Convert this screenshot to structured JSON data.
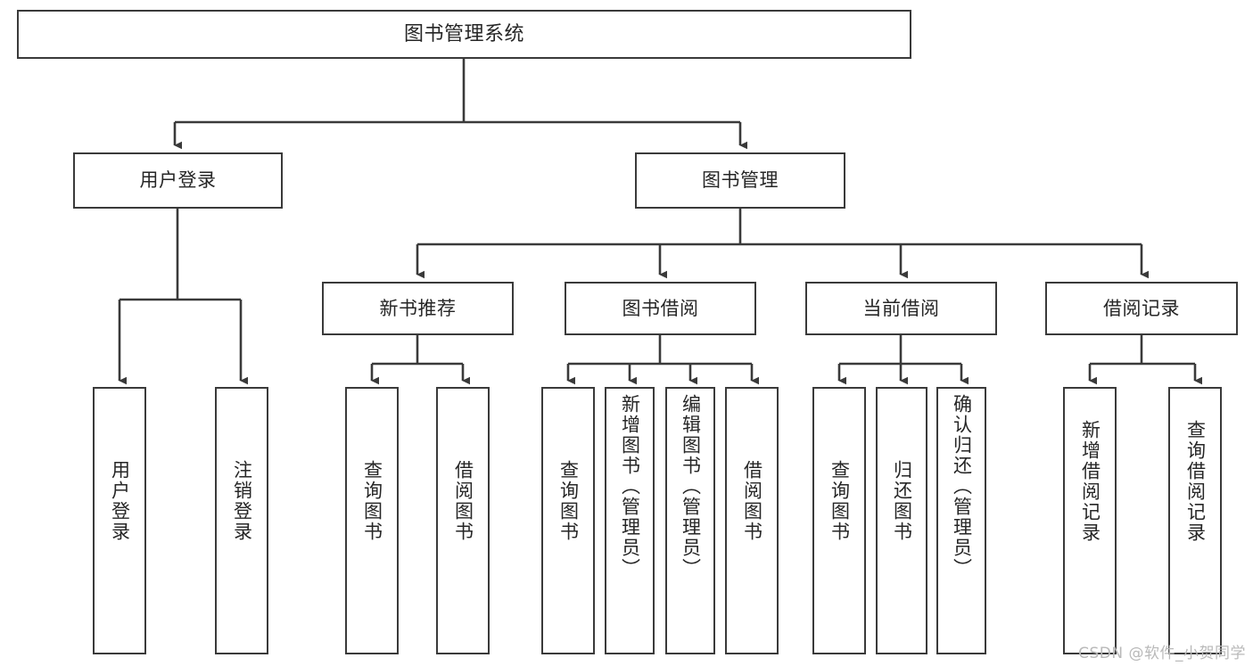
{
  "diagram": {
    "title": "图书管理系统",
    "type": "tree-hierarchy",
    "watermark": "CSDN @软件_小贺同学",
    "line_color": "#3a3a3a",
    "box_fill": "#ffffff",
    "text_color": "#262626",
    "watermark_color": "#b9b9b9"
  },
  "nodes": {
    "root": {
      "label": "图书管理系统"
    },
    "level2": [
      {
        "id": "user-login",
        "label": "用户登录"
      },
      {
        "id": "book-manage",
        "label": "图书管理"
      }
    ],
    "level3": [
      {
        "id": "new-book-recommend",
        "label": "新书推荐"
      },
      {
        "id": "book-borrow",
        "label": "图书借阅"
      },
      {
        "id": "current-borrow",
        "label": "当前借阅"
      },
      {
        "id": "borrow-record",
        "label": "借阅记录"
      }
    ],
    "leaves": {
      "user_login": [
        {
          "id": "leaf-user-login",
          "label": "用户登录"
        },
        {
          "id": "leaf-logout-login",
          "label": "注销登录"
        }
      ],
      "new_book_recommend": [
        {
          "id": "leaf-query-book-1",
          "label": "查询图书"
        },
        {
          "id": "leaf-borrow-book-1",
          "label": "借阅图书"
        }
      ],
      "book_borrow": [
        {
          "id": "leaf-query-book-2",
          "label": "查询图书"
        },
        {
          "id": "leaf-add-book",
          "label": "新增图书（管理员）"
        },
        {
          "id": "leaf-edit-book",
          "label": "编辑图书（管理员）"
        },
        {
          "id": "leaf-borrow-book-2",
          "label": "借阅图书"
        }
      ],
      "current_borrow": [
        {
          "id": "leaf-query-book-3",
          "label": "查询图书"
        },
        {
          "id": "leaf-return-book",
          "label": "归还图书"
        },
        {
          "id": "leaf-confirm-return",
          "label": "确认归还（管理员）"
        }
      ],
      "borrow_record": [
        {
          "id": "leaf-add-record",
          "label": "新增借阅记录"
        },
        {
          "id": "leaf-query-record",
          "label": "查询借阅记录"
        }
      ]
    }
  }
}
